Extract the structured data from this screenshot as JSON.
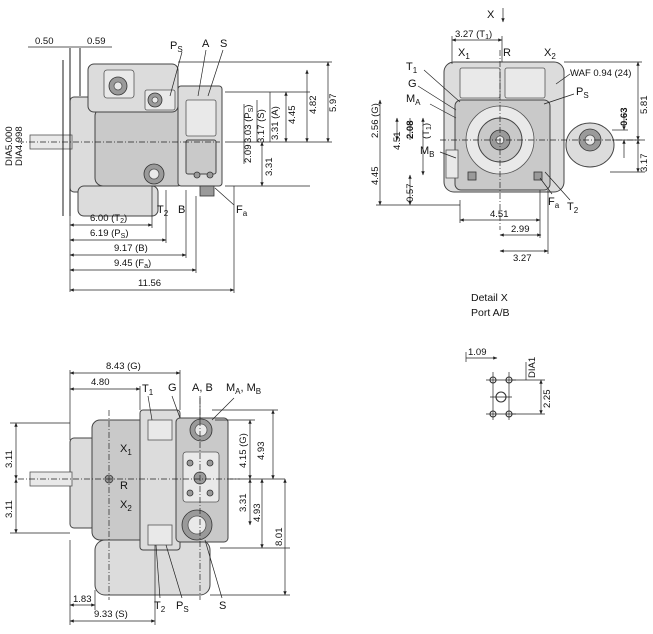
{
  "front_view": {
    "dims": {
      "d050": "0.50",
      "d059": "0.59",
      "dia5000": "DIA5.000",
      "dia4998": "DIA4.998",
      "d600": "6.00 (T",
      "d600sub": "2",
      "d600end": ")",
      "d619": "6.19 (P",
      "d619sub": "S",
      "d619end": ")",
      "d917": "9.17 (B)",
      "d945": "9.45 (F",
      "d945sub": "a",
      "d945end": ")",
      "d1156": "11.56",
      "d597": "5.97",
      "d482": "4.82",
      "d445": "4.45",
      "d331a": "3.31 (A)",
      "d317": "3.17 (S)",
      "d303": "3.03 (P",
      "d303sub": "S",
      "d303end": ")",
      "d209": "2.09",
      "d331": "3.31"
    },
    "labels": {
      "ps": "P",
      "ps_sub": "S",
      "a": "A",
      "s": "S",
      "t2": "T",
      "t2_sub": "2",
      "b": "B",
      "fa": "F",
      "fa_sub": "a"
    }
  },
  "side_view": {
    "x_label": "X",
    "dims": {
      "d327t1": "3.27 (T",
      "d327t1sub": "1",
      "d327t1end": ")",
      "d256": "2.56 (G)",
      "d208": "2.08",
      "d208t": "(T",
      "d208tsub": "1",
      "d208tend": ")",
      "d451v": "4.51",
      "d445": "4.45",
      "d057": "0.57",
      "d451": "4.51",
      "d299": "2.99",
      "d327": "3.27",
      "d581": "5.81",
      "d063": "0.63",
      "d317": "3.17",
      "waf": "WAF 0.94 (24)"
    },
    "labels": {
      "x1": "X",
      "x1_sub": "1",
      "r": "R",
      "x2": "X",
      "x2_sub": "2",
      "t1": "T",
      "t1_sub": "1",
      "g": "G",
      "ma": "M",
      "ma_sub": "A",
      "mb": "M",
      "mb_sub": "B",
      "ps": "P",
      "ps_sub": "S",
      "fa": "F",
      "fa_sub": "a",
      "t2": "T",
      "t2_sub": "2"
    }
  },
  "detail": {
    "title": "Detail X",
    "subtitle": "Port A/B",
    "d109": "1.09",
    "dia1": "DIA1",
    "d225": "2.25"
  },
  "top_view": {
    "dims": {
      "d843": "8.43 (G)",
      "d480": "4.80",
      "d311a": "3.11",
      "d311b": "3.11",
      "d415": "4.15 (G)",
      "d493a": "4.93",
      "d331": "3.31",
      "d493b": "4.93",
      "d801": "8.01",
      "d183": "1.83",
      "d933": "9.33 (S)"
    },
    "labels": {
      "t1": "T",
      "t1_sub": "1",
      "g": "G",
      "ab": "A, B",
      "mamb": "M",
      "ma_sub": "A",
      "mb_mid": ", M",
      "mb_sub": "B",
      "x1": "X",
      "x1_sub": "1",
      "r": "R",
      "x2": "X",
      "x2_sub": "2",
      "t2": "T",
      "t2_sub": "2",
      "ps": "P",
      "ps_sub": "S",
      "s": "S"
    }
  }
}
